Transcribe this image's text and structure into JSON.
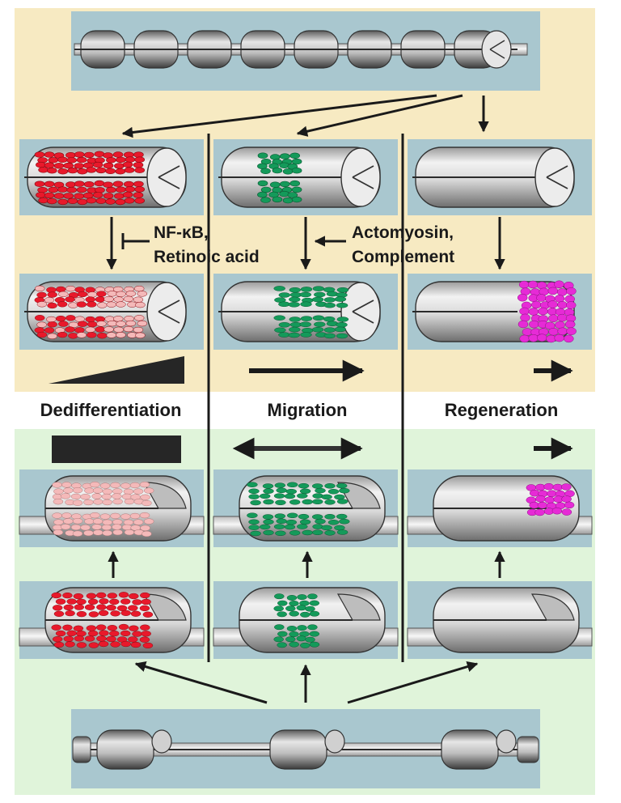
{
  "labels": {
    "inhibitors": [
      "NF-κB,",
      "Retinoic acid"
    ],
    "drivers": [
      "Actomyosin,",
      "Complement"
    ]
  },
  "columns": [
    {
      "id": "dedifferentiation",
      "title": "Dedifferentiation"
    },
    {
      "id": "migration",
      "title": "Migration"
    },
    {
      "id": "regeneration",
      "title": "Regeneration"
    }
  ],
  "colors": {
    "top_background": "#f7eac2",
    "bottom_background": "#e0f4da",
    "panel": "#a9c7cf",
    "red_cells": "#e8192b",
    "pale_cells": "#f4b9b9",
    "green_cells": "#149a5a",
    "magenta_cells": "#e62bd6",
    "arrow": "#1a1a1a"
  },
  "icons": [
    "sheath-tube-icon",
    "arrow-icon",
    "inhibition-icon",
    "ramp-icon",
    "bar-icon",
    "double-arrow-icon"
  ]
}
